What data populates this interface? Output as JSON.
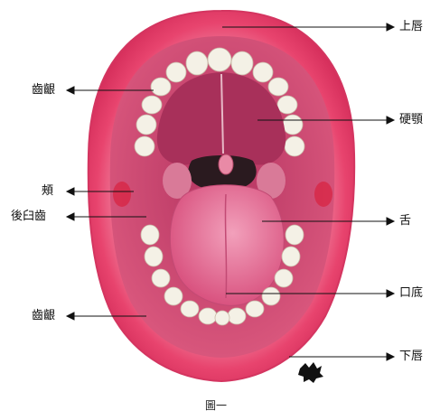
{
  "labels": {
    "upper_lip": "上唇",
    "hard_palate": "硬顎",
    "tongue": "舌",
    "floor_of_mouth": "口底",
    "lower_lip": "下唇",
    "gums_upper": "齒齦",
    "cheek": "頰",
    "molars": "後臼齒",
    "gums_lower": "齒齦"
  },
  "caption": "圖一",
  "colors": {
    "lip": "#e8446e",
    "lip_light": "#f7a3b8",
    "inner": "#c43a5e",
    "palate": "#a8305a",
    "tongue": "#e96a93",
    "tooth": "#f4f1e6",
    "throat": "#2a1a1f",
    "arrow": "#111111"
  }
}
